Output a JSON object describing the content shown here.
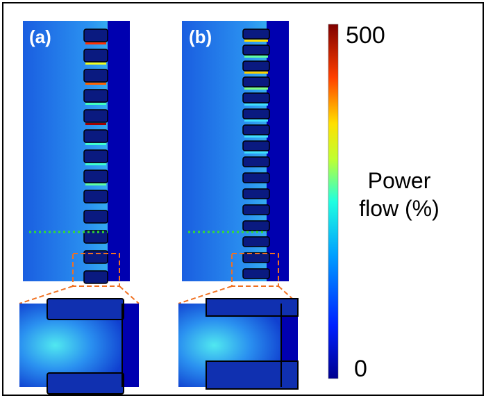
{
  "panels": [
    {
      "label": "(a)"
    },
    {
      "label": "(b)"
    }
  ],
  "colorbar": {
    "max_label": "500",
    "min_label": "0",
    "title_line1": "Power",
    "title_line2": "flow (%)"
  },
  "colors": {
    "background_blue": "#1a66e6",
    "dark_strip": "#0000a8",
    "guide_line": "#33dd33",
    "zoom_box": "#f07020"
  }
}
